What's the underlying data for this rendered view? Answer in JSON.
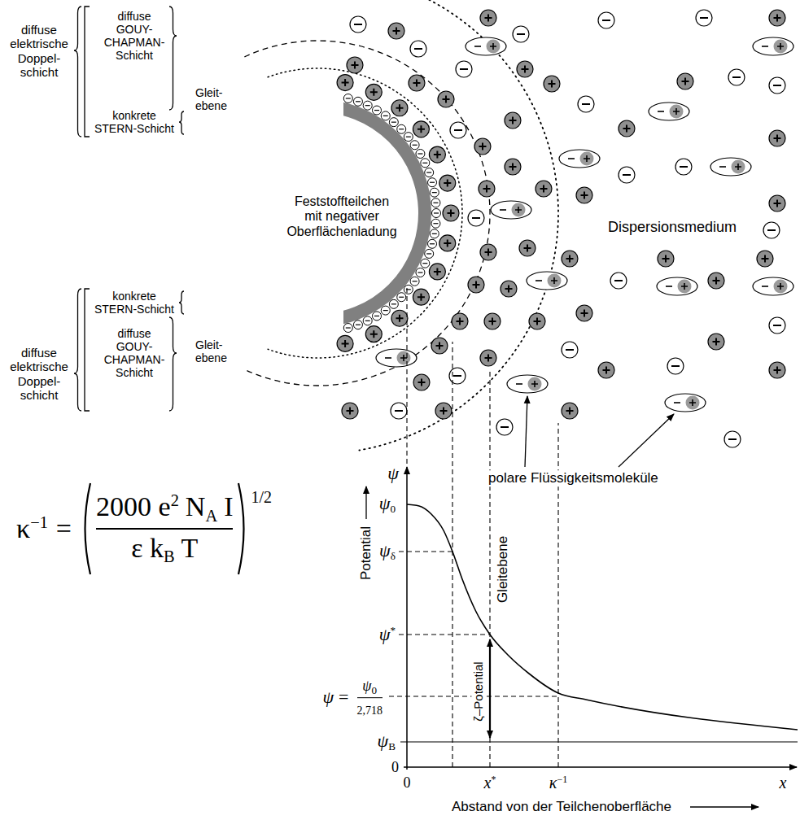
{
  "diagram": {
    "labels": [
      "diffuse elektrische Doppel- schicht",
      "diffuse GOUY- CHAPMAN- Schicht",
      "konkrete STERN-Schicht",
      "Gleit- ebene",
      "Feststoffteilchen mit negativer Oberflächenladung",
      "Dispersionsmedium",
      "konkrete STERN-Schicht",
      "diffuse elektrische Doppel- schicht",
      "diffuse GOUY- CHAPMAN- Schicht",
      "Gleit- ebene",
      "polare Flüssigkeitsmoleküle",
      "ψ",
      "ψ",
      "0",
      "ψ",
      "δ",
      "Gleitebene",
      "Potential",
      "κ",
      "−1",
      "=",
      "2000 e",
      "2",
      "N",
      "A",
      "I",
      "ε k",
      "B",
      "T",
      "1/2",
      "ψ",
      "*",
      "ζ–Potential",
      "ψ",
      "=",
      "ψ",
      "0",
      "2,718",
      "ψ",
      "B",
      "0",
      "0",
      "x",
      "*",
      "κ",
      "−1",
      "x",
      "Abstand von der Teilchenoberfläche"
    ]
  }
}
